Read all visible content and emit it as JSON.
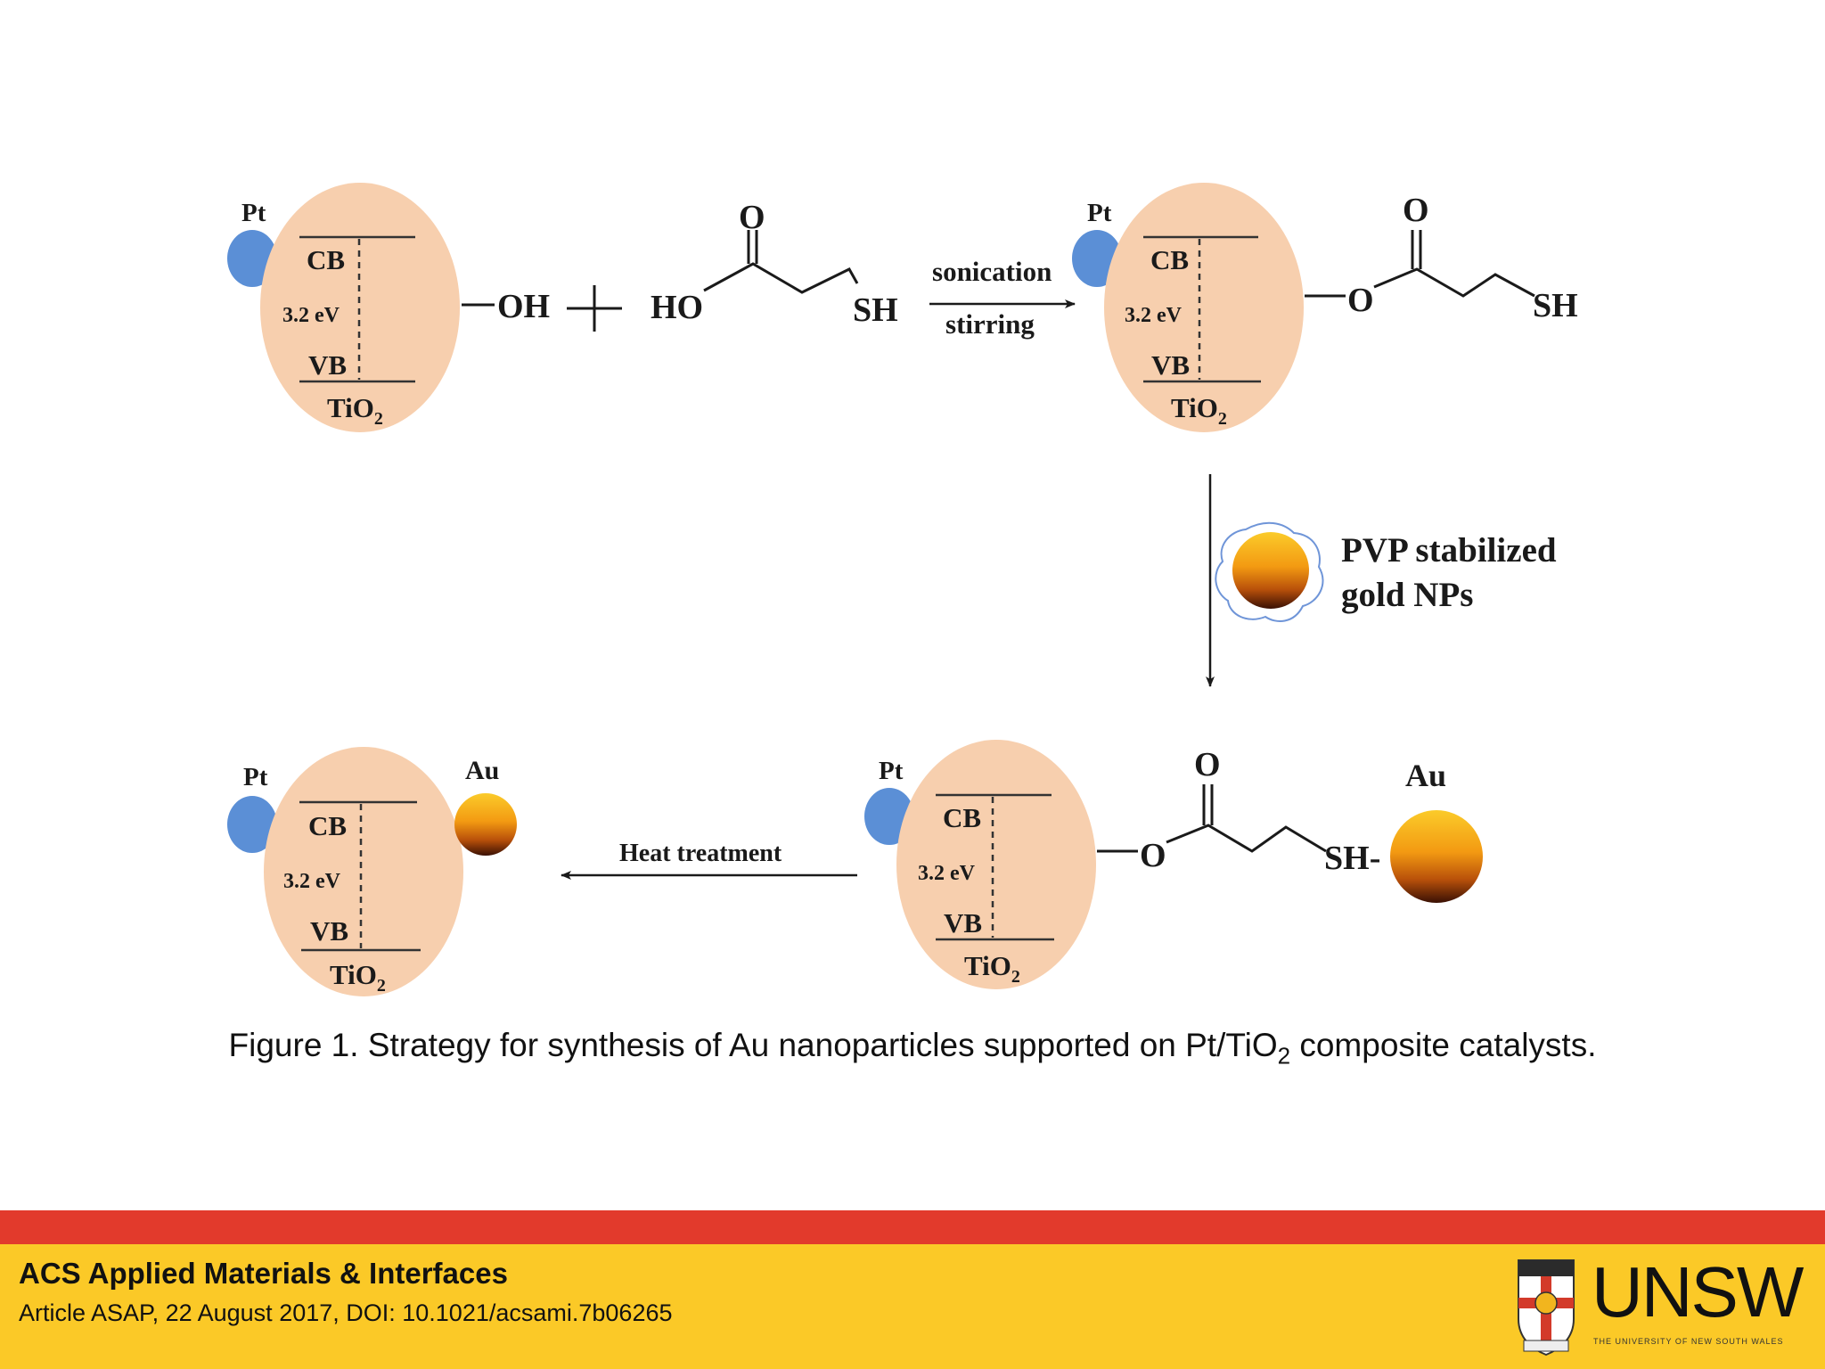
{
  "labels": {
    "pt": "Pt",
    "au": "Au",
    "cb": "CB",
    "vb": "VB",
    "bandgap": "3.2 eV",
    "tio2_main": "TiO",
    "tio2_sub": "2",
    "oh": "OH",
    "plus": "+",
    "ho": "HO",
    "sh": "SH",
    "sh_dash": "SH-",
    "o": "O",
    "sonication": "sonication",
    "stirring": "stirring",
    "pvp_line1": "PVP stabilized",
    "pvp_line2": "gold NPs",
    "heat": "Heat treatment"
  },
  "caption": {
    "before": "Figure 1. Strategy for synthesis of Au nanoparticles supported on Pt/TiO",
    "sub": "2",
    "after": " composite catalysts."
  },
  "footer": {
    "journal": "ACS Applied Materials & Interfaces",
    "citation": "Article ASAP, 22 August 2017, DOI: 10.1021/acsami.7b06265"
  },
  "logo": {
    "name": "UNSW",
    "subtitle": "THE UNIVERSITY OF NEW SOUTH WALES"
  },
  "colors": {
    "tio2_particle": "#f7cfae",
    "pt_particle": "#5b8fd6",
    "gold_top": "#f9b21a",
    "gold_bottom": "#3a1004",
    "red_bar": "#e23a2c",
    "footer_bg": "#fbc927"
  }
}
